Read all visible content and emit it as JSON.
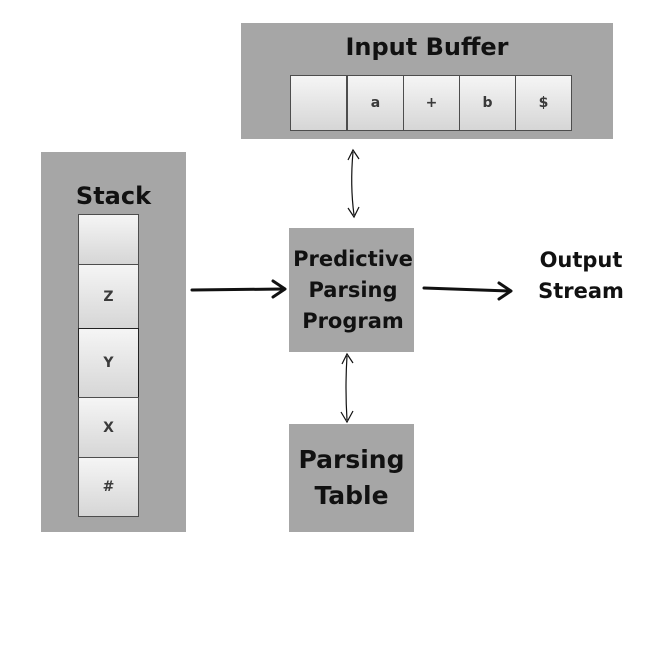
{
  "input_buffer": {
    "title": "Input Buffer",
    "cells": [
      "",
      "a",
      "+",
      "b",
      "$"
    ]
  },
  "stack": {
    "title": "Stack",
    "cells": [
      "",
      "Z",
      "Y",
      "X",
      "#"
    ]
  },
  "program": {
    "lines": [
      "Predictive",
      "Parsing",
      "Program"
    ]
  },
  "parsing_table": {
    "lines": [
      "Parsing",
      "Table"
    ]
  },
  "output_stream": {
    "lines": [
      "Output",
      "Stream"
    ]
  },
  "colors": {
    "box_fill": "#a6a6a6",
    "cell_fill": "#e6e6e6",
    "arrow": "#111111"
  }
}
